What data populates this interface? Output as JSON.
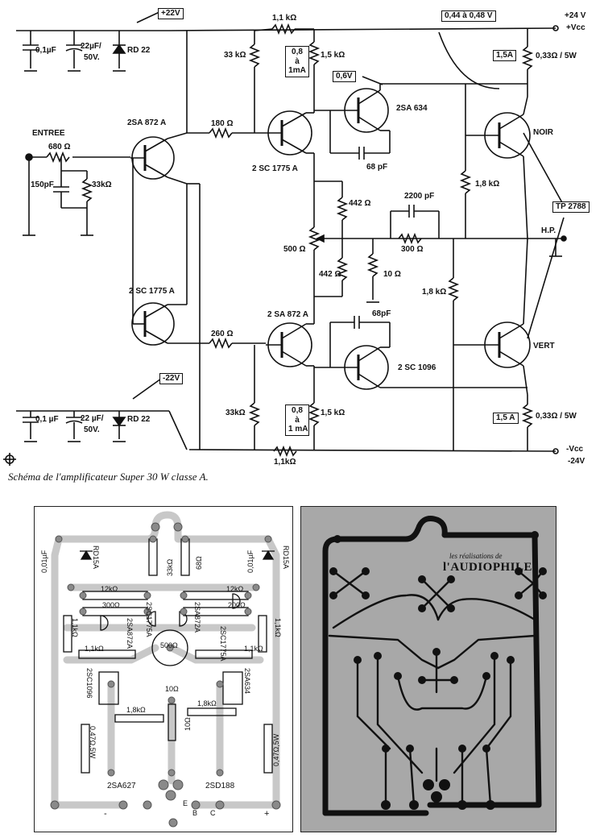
{
  "schematic": {
    "supply": {
      "pos_rail": "+22V",
      "neg_rail": "-22V",
      "vcc_pos": "+24 V",
      "vcc_pos_label": "+Vcc",
      "vcc_neg_label": "-Vcc",
      "vcc_neg": "-24V"
    },
    "labels": {
      "entree": "ENTREE",
      "hp": "H.P.",
      "noir": "NOIR",
      "vert": "VERT",
      "bias_range": "0,44 à 0,48 V",
      "tp": "TP 2788",
      "v06": "0,6V"
    },
    "transistors": {
      "q1": "2SA 872 A",
      "q2": "2 SC 1775 A",
      "q3": "2 SC 1775 A",
      "q4": "2 SA 872 A",
      "q5": "2SA 634",
      "q6": "2 SC 1096"
    },
    "components": {
      "c_top_1": "0,1µF",
      "c_top_2a": "22µF/",
      "c_top_2b": "50V.",
      "z_top": "RD 22",
      "c_bot_1": "0,1 µF",
      "c_bot_2a": "22 µF/",
      "c_bot_2b": "50V.",
      "z_bot": "RD 22",
      "r_in": "680 Ω",
      "c_in": "150pF",
      "r_in_gnd": "33kΩ",
      "r_top_1k1": "1,1 kΩ",
      "r_top_33k": "33 kΩ",
      "r_top_1k5": "1,5 kΩ",
      "cur_top_a": "0,8",
      "cur_top_b": "à",
      "cur_top_c": "1mA",
      "r_180": "180 Ω",
      "c_68_top": "68 pF",
      "r_442_top": "442 Ω",
      "pot_500": "500 Ω",
      "r_442_bot": "442 Ω",
      "r_10": "10 Ω",
      "c_2200": "2200 pF",
      "r_300": "300 Ω",
      "r_1k8_top": "1,8 kΩ",
      "r_1k8_bot": "1,8 kΩ",
      "r_260": "260 Ω",
      "c_68_bot": "68pF",
      "r_bot_33k": "33kΩ",
      "cur_bot_a": "0,8",
      "cur_bot_b": "à",
      "cur_bot_c": "1 mA",
      "r_bot_1k5": "1,5 kΩ",
      "r_bot_1k1": "1,1kΩ",
      "fuse_top": "1,5A",
      "r_emit_top": "0,33Ω / 5W",
      "fuse_bot": "1,5 A",
      "r_emit_bot": "0,33Ω / 5W"
    },
    "caption": "Schéma de l'amplificateur Super 30 W classe A."
  },
  "pcb_components": {
    "c1": "0,01µF",
    "z1": "RD15A",
    "r33k": "33kΩ",
    "r68": "68Ω",
    "c2": "0,01µF",
    "z2": "RD15A",
    "r12k_l": "12kΩ",
    "r12k_r": "12kΩ",
    "r300_l": "300Ω",
    "r200_r": "200Ω",
    "r1k1_l": "1,1kΩ",
    "r1k1_r": "1,1kΩ",
    "q_sc1775": "2SC1775A",
    "q_sa872": "2SA872A",
    "q_sc1775b": "2SC1775A",
    "q_sa872b": "2SA872A",
    "r1k1_ml": "1,1kΩ",
    "r1k1_mr": "1,1kΩ",
    "pot": "500Ω",
    "r10_a": "10Ω",
    "q_sc1096": "2SC1096",
    "q_sa634": "2SA634",
    "r1k8_l": "1,8kΩ",
    "r1k8_r": "1,8kΩ",
    "r10_b": "10Ω",
    "r047_l": "0,47Ω,5W",
    "r047_r": "0,47Ω,5W",
    "q_2sa627": "2SA627",
    "q_2sd188": "2SD188",
    "pin_e": "E",
    "pin_b": "B",
    "pin_c": "C",
    "pin_plus": "+",
    "pin_minus": "-"
  },
  "pcb_logo": {
    "small": "les réalisations de",
    "big": "l'AUDIOPHILE"
  }
}
